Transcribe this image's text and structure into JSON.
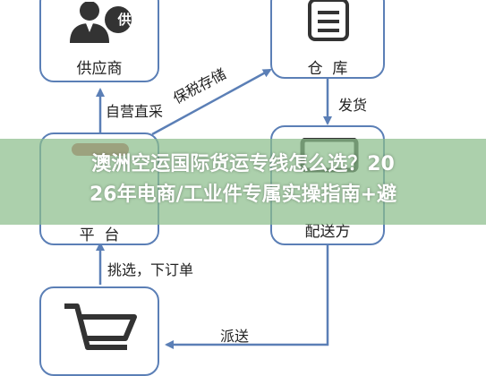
{
  "nodes": {
    "supplier": "供应商",
    "warehouse": "仓  库",
    "platform": "平  台",
    "distributor": "配送方",
    "supplier_badge": "供"
  },
  "edges": {
    "self_purchase": "自营直采",
    "bonded_storage": "保税存储",
    "ship": "发货",
    "select_order": "挑选，下订单",
    "deliver": "派送"
  },
  "banner": {
    "line1": "澳洲空运国际货运专线怎么选？20",
    "line2": "26年电商/工业件专属实操指南+避"
  },
  "colors": {
    "box_border": "#5b7fb6",
    "arrow": "#5b7fb6",
    "icon": "#333333",
    "banner_bg": "#8cbe8c"
  },
  "icons": {
    "supplier": "person-tie-icon",
    "warehouse": "document-icon",
    "platform": "platform-icon",
    "distributor": "monitor-icon",
    "customer": "shopping-cart-icon"
  }
}
